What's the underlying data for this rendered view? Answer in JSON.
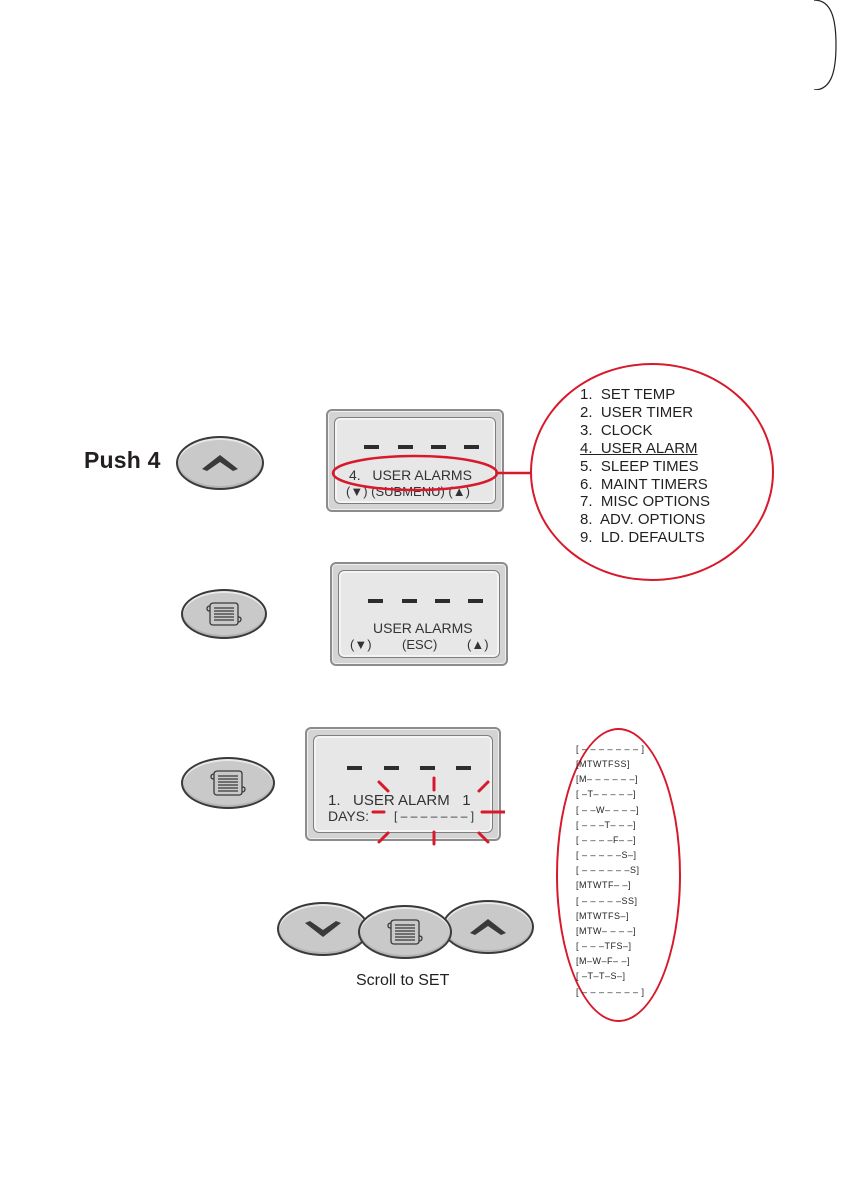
{
  "step1": {
    "push_label": "Push 4",
    "lcd": {
      "line1": "4.   USER ALARMS",
      "line2": "(▼) (SUBMENU) (▲)"
    }
  },
  "menu": {
    "items": [
      "1.  SET TEMP",
      "2.  USER TIMER",
      "3.  CLOCK",
      "4.  USER ALARM",
      "5.  SLEEP TIMES",
      "6.  MAINT TIMERS",
      "7.  MISC OPTIONS",
      "8.  ADV. OPTIONS",
      "9.  LD. DEFAULTS"
    ],
    "selected_index": 3
  },
  "step2": {
    "lcd": {
      "line1": "USER ALARMS",
      "left": "(▼)",
      "center": "(ESC)",
      "right": "(▲)"
    }
  },
  "step3": {
    "lcd": {
      "line1": "1.   USER ALARM   1",
      "line2_label": "DAYS:",
      "line2_value": "[ – – – – – – – ]"
    }
  },
  "days_options": [
    "[ – – – – – – – ]",
    "[MTWTFSS]",
    "[M– – – – – –]",
    "[ –T– – – – –]",
    "[ – –W– – – –]",
    "[ – – –T– – –]",
    "[ – – – –F– –]",
    "[ – – – – –S–]",
    "[ – – – – – –S]",
    "[MTWTF– –]",
    "[ – – – – –SS]",
    "[MTWTFS–]",
    "[MTW– – – –]",
    "[ – – –TFS–]",
    "[M–W–F– –]",
    "[ –T–T–S–]",
    "[ – – – – – – – ]"
  ],
  "caption": "Scroll to SET",
  "colors": {
    "accent_red": "#d7192b",
    "button_gray": "#c9c9c9",
    "lcd_bg": "#e7e7e7"
  },
  "icons": {
    "up": "chevron-up-icon",
    "down": "chevron-down-icon",
    "menu": "scroll-icon"
  }
}
